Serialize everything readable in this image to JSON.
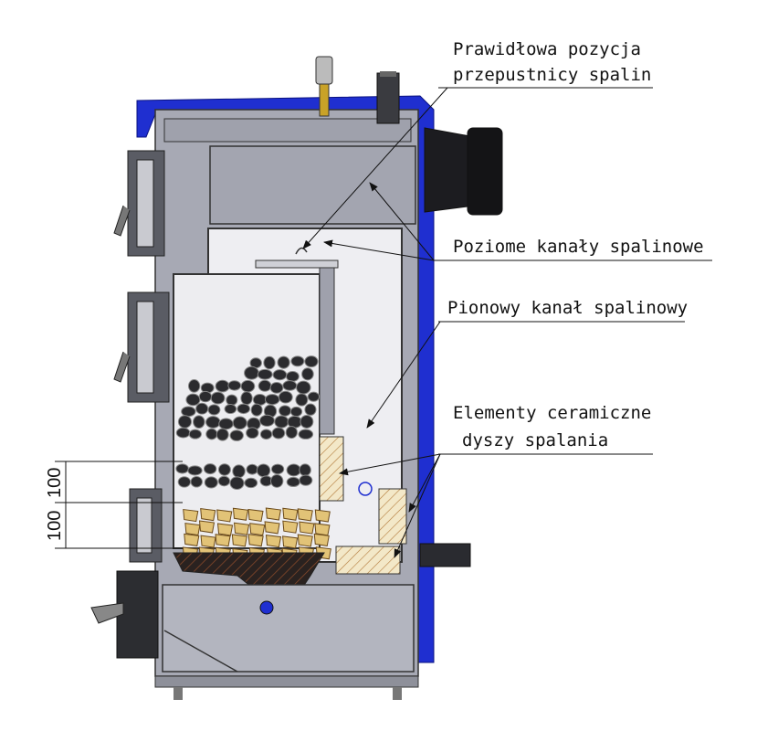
{
  "labels": {
    "damper_line1": "Prawidłowa pozycja",
    "damper_line2": "przepustnicy spalin",
    "horizontal_channels": "Poziome kanały spalinowe",
    "vertical_channel": "Pionowy kanał spalinowy",
    "ceramic_line1": "Elementy ceramiczne",
    "ceramic_line2": "dyszy spalania"
  },
  "dimensions": {
    "upper": "100",
    "lower": "100"
  },
  "colors": {
    "jacket_blue": "#1f2fd0",
    "body_grey": "#a7a9b4",
    "chamber": "#eeeef2",
    "coal": "#2b2b2e",
    "wood": "#e2c377",
    "ceramic": "#f3e8c8"
  }
}
